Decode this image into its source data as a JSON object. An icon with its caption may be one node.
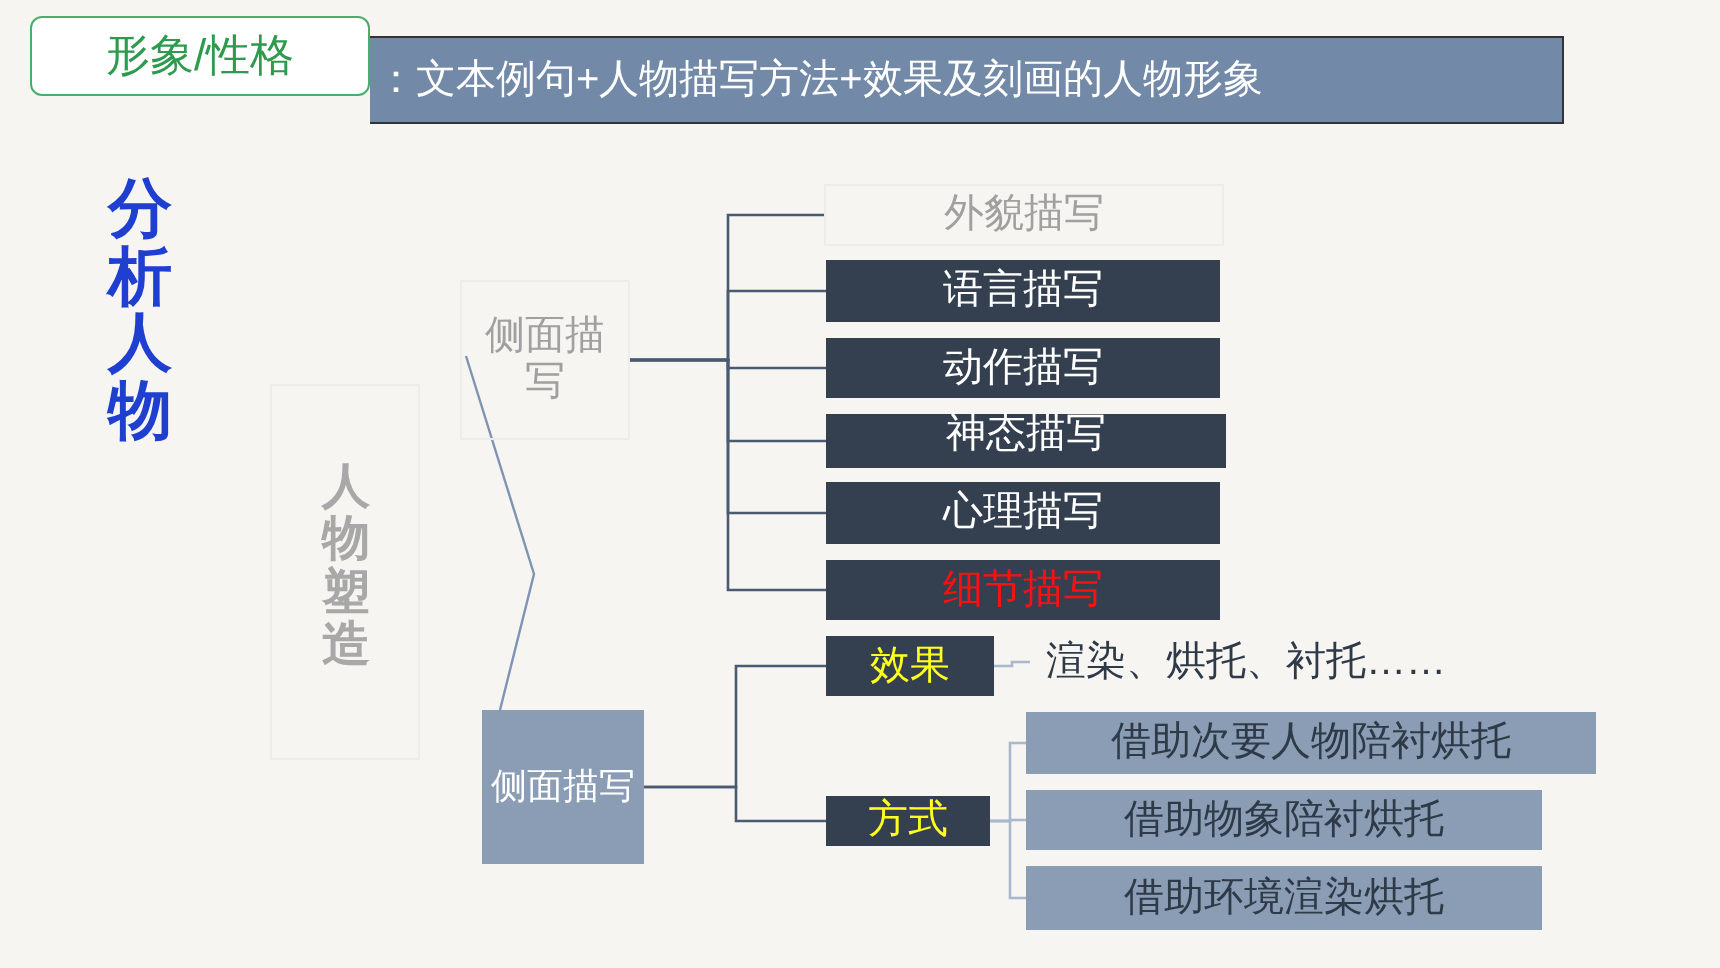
{
  "diagram": {
    "nodes": [
      {
        "text": [
          "形象/性格"
        ]
      },
      {
        "text": [
          "：文本例句+人物描写方法+效果及刻画的人物形象"
        ]
      },
      {
        "text": [
          "人物塑造"
        ]
      },
      {
        "text": [
          "侧面描写"
        ]
      },
      {
        "text": [
          "外貌描写"
        ]
      },
      {
        "text": [
          "语言描写"
        ]
      },
      {
        "text": [
          "动作描写"
        ]
      },
      {
        "text": [
          "神态描写"
        ]
      },
      {
        "text": [
          "心理描写"
        ]
      },
      {
        "text": [
          "细节描写"
        ]
      },
      {
        "text": [
          "侧面描写"
        ]
      },
      {
        "text": [
          "效果"
        ]
      },
      {
        "text": [
          "方式"
        ]
      },
      {
        "text": [
          "渲染、烘托、衬托……"
        ]
      },
      {
        "text": [
          "借助次要人物陪衬烘托"
        ]
      },
      {
        "text": [
          "借助物象陪衬烘托"
        ]
      },
      {
        "text": [
          "借助环境渲染烘托"
        ]
      }
    ],
    "edges": [
      {
        "from": 3,
        "to": 4,
        "arrow": "none"
      },
      {
        "from": 3,
        "to": 5,
        "arrow": "none"
      },
      {
        "from": 3,
        "to": 6,
        "arrow": "none"
      },
      {
        "from": 3,
        "to": 7,
        "arrow": "none"
      },
      {
        "from": 3,
        "to": 8,
        "arrow": "none"
      },
      {
        "from": 3,
        "to": 9,
        "arrow": "none"
      },
      {
        "from": 10,
        "to": 11,
        "arrow": "none"
      },
      {
        "from": 10,
        "to": 12,
        "arrow": "none"
      },
      {
        "from": 11,
        "to": 13,
        "arrow": "none",
        "color": "#a9b8cc"
      },
      {
        "from": 12,
        "to": 14,
        "arrow": "none",
        "color": "#a9b8cc"
      },
      {
        "from": 12,
        "to": 15,
        "arrow": "none",
        "color": "#a9b8cc"
      },
      {
        "from": 12,
        "to": 16,
        "arrow": "none",
        "color": "#a9b8cc"
      }
    ],
    "labels": [
      "分析人物"
    ]
  }
}
